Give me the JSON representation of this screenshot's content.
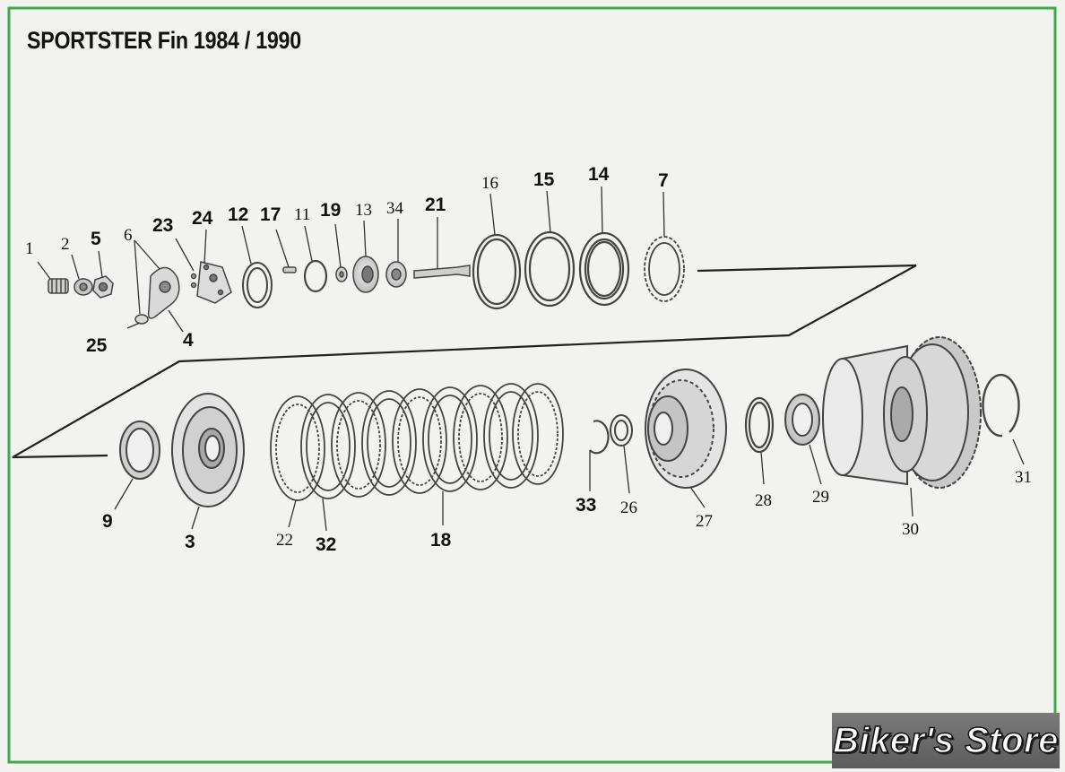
{
  "title": "SPORTSTER Fin 1984 / 1990",
  "watermark": "Biker's Store",
  "colors": {
    "frame": "#3daa4a",
    "line": "#222222",
    "part_stroke": "#4a4a4a",
    "part_fill": "#d8d8d8"
  },
  "callouts": [
    {
      "id": "c1",
      "label": "1"
    },
    {
      "id": "c2",
      "label": "2"
    },
    {
      "id": "c5",
      "label": "5"
    },
    {
      "id": "c6",
      "label": "6"
    },
    {
      "id": "c23",
      "label": "23"
    },
    {
      "id": "c24",
      "label": "24"
    },
    {
      "id": "c12",
      "label": "12"
    },
    {
      "id": "c17",
      "label": "17"
    },
    {
      "id": "c11",
      "label": "11"
    },
    {
      "id": "c19",
      "label": "19"
    },
    {
      "id": "c13",
      "label": "13"
    },
    {
      "id": "c34",
      "label": "34"
    },
    {
      "id": "c21",
      "label": "21"
    },
    {
      "id": "c16",
      "label": "16"
    },
    {
      "id": "c15",
      "label": "15"
    },
    {
      "id": "c14",
      "label": "14"
    },
    {
      "id": "c7",
      "label": "7"
    },
    {
      "id": "c25",
      "label": "25"
    },
    {
      "id": "c4",
      "label": "4"
    },
    {
      "id": "c9",
      "label": "9"
    },
    {
      "id": "c3",
      "label": "3"
    },
    {
      "id": "c22",
      "label": "22"
    },
    {
      "id": "c32",
      "label": "32"
    },
    {
      "id": "c18",
      "label": "18"
    },
    {
      "id": "c33",
      "label": "33"
    },
    {
      "id": "c26",
      "label": "26"
    },
    {
      "id": "c27",
      "label": "27"
    },
    {
      "id": "c28",
      "label": "28"
    },
    {
      "id": "c29",
      "label": "29"
    },
    {
      "id": "c30",
      "label": "30"
    },
    {
      "id": "c31",
      "label": "31"
    }
  ]
}
